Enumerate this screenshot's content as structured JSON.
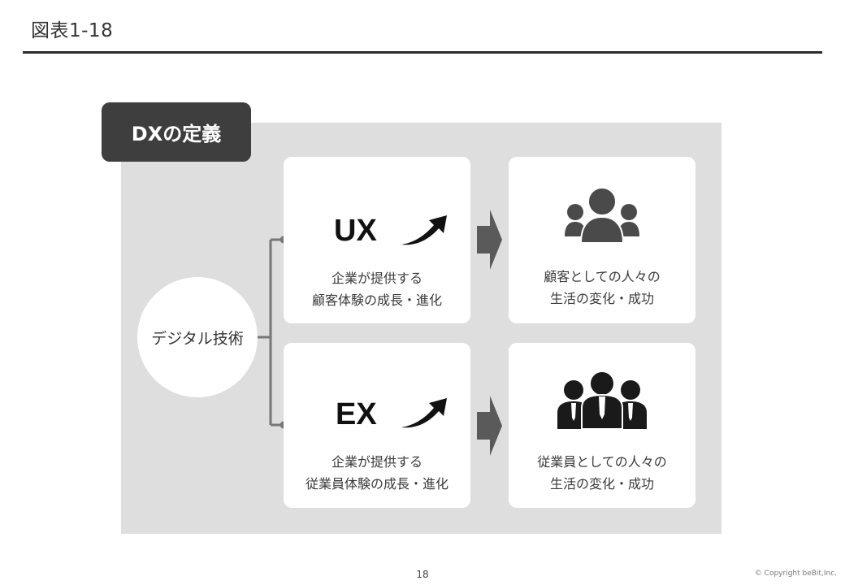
{
  "header": {
    "figure_title": "図表1-18"
  },
  "diagram": {
    "badge_label": "DXの定義",
    "source_label": "デジタル技術",
    "rows": [
      {
        "metric": "UX",
        "description_line1": "企業が提供する",
        "description_line2": "顧客体験の成長・進化",
        "outcome_line1": "顧客としての人々の",
        "outcome_line2": "生活の変化・成功",
        "icon": "customers-group-icon"
      },
      {
        "metric": "EX",
        "description_line1": "企業が提供する",
        "description_line2": "従業員体験の成長・進化",
        "outcome_line1": "従業員としての人々の",
        "outcome_line2": "生活の変化・成功",
        "icon": "employees-group-icon"
      }
    ]
  },
  "footer": {
    "page_number": "18",
    "copyright": "© Copyright  beBit,Inc."
  },
  "colors": {
    "panel": "#dedede",
    "badge": "#3e3e3e",
    "arrow": "#5a5a5a",
    "connector": "#777777",
    "icon_gray": "#4a4a4a",
    "icon_black": "#1a1a1a"
  }
}
